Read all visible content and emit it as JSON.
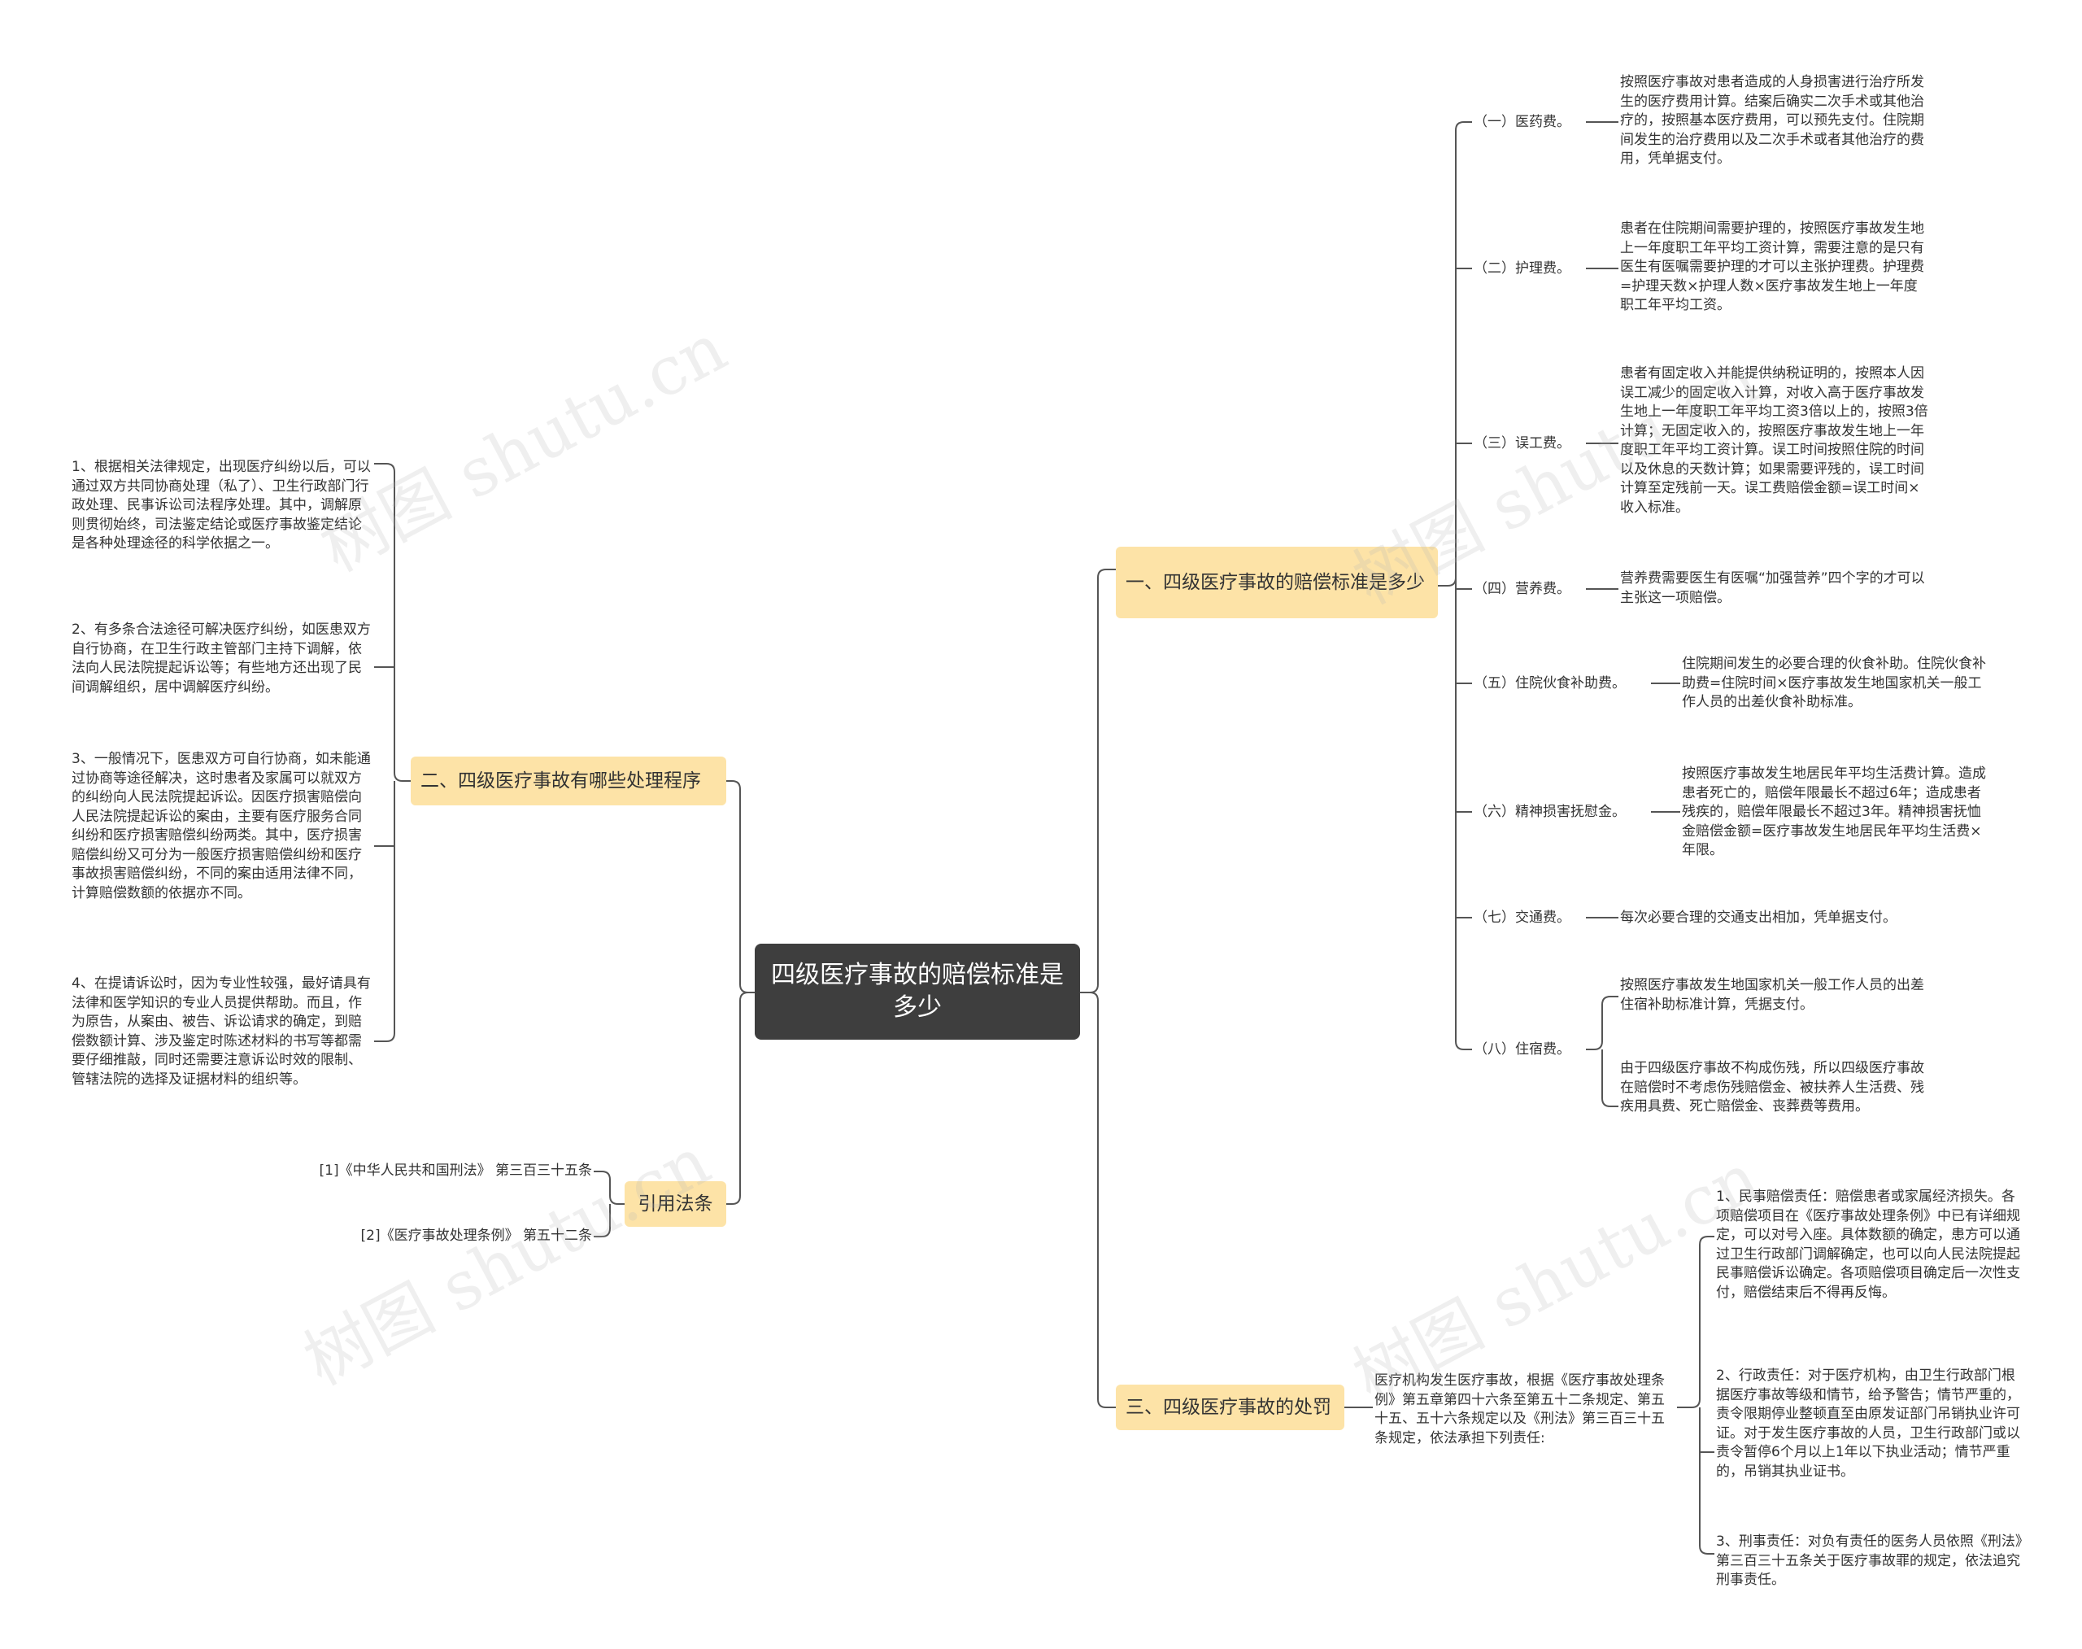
{
  "root": {
    "title": "四级医疗事故的赔偿标准是多少"
  },
  "branch1": {
    "title": "一、四级医疗事故的赔偿标准是多少",
    "items": [
      {
        "label": "（一）医药费。",
        "text": "按照医疗事故对患者造成的人身损害进行治疗所发生的医疗费用计算。结案后确实二次手术或其他治疗的，按照基本医疗费用，可以预先支付。住院期间发生的治疗费用以及二次手术或者其他治疗的费用，凭单据支付。"
      },
      {
        "label": "（二）护理费。",
        "text": "患者在住院期间需要护理的，按照医疗事故发生地上一年度职工年平均工资计算，需要注意的是只有医生有医嘱需要护理的才可以主张护理费。护理费=护理天数×护理人数×医疗事故发生地上一年度职工年平均工资。"
      },
      {
        "label": "（三）误工费。",
        "text": "患者有固定收入并能提供纳税证明的，按照本人因误工减少的固定收入计算，对收入高于医疗事故发生地上一年度职工年平均工资3倍以上的，按照3倍计算；无固定收入的，按照医疗事故发生地上一年度职工年平均工资计算。误工时间按照住院的时间以及休息的天数计算；如果需要评残的，误工时间计算至定残前一天。误工费赔偿金额=误工时间×收入标准。"
      },
      {
        "label": "（四）营养费。",
        "text": "营养费需要医生有医嘱“加强营养”四个字的才可以主张这一项赔偿。"
      },
      {
        "label": "（五）住院伙食补助费。",
        "text": "住院期间发生的必要合理的伙食补助。住院伙食补助费=住院时间×医疗事故发生地国家机关一般工作人员的出差伙食补助标准。"
      },
      {
        "label": "（六）精神损害抚慰金。",
        "text": "按照医疗事故发生地居民年平均生活费计算。造成患者死亡的，赔偿年限最长不超过6年；造成患者残疾的，赔偿年限最长不超过3年。精神损害抚恤金赔偿金额=医疗事故发生地居民年平均生活费×年限。"
      },
      {
        "label": "（七）交通费。",
        "text": "每次必要合理的交通支出相加，凭单据支付。"
      },
      {
        "label": "（八）住宿费。",
        "texts": [
          "按照医疗事故发生地国家机关一般工作人员的出差住宿补助标准计算，凭据支付。",
          "由于四级医疗事故不构成伤残，所以四级医疗事故在赔偿时不考虑伤残赔偿金、被扶养人生活费、残疾用具费、死亡赔偿金、丧葬费等费用。"
        ]
      }
    ]
  },
  "branch2": {
    "title": "二、四级医疗事故有哪些处理程序",
    "items": [
      "1、根据相关法律规定，出现医疗纠纷以后，可以通过双方共同协商处理（私了）、卫生行政部门行政处理、民事诉讼司法程序处理。其中，调解原则贯彻始终，司法鉴定结论或医疗事故鉴定结论是各种处理途径的科学依据之一。",
      "2、有多条合法途径可解决医疗纠纷，如医患双方自行协商，在卫生行政主管部门主持下调解，依法向人民法院提起诉讼等；有些地方还出现了民间调解组织，居中调解医疗纠纷。",
      "3、一般情况下，医患双方可自行协商，如未能通过协商等途径解决，这时患者及家属可以就双方的纠纷向人民法院提起诉讼。因医疗损害赔偿向人民法院提起诉讼的案由，主要有医疗服务合同纠纷和医疗损害赔偿纠纷两类。其中，医疗损害赔偿纠纷又可分为一般医疗损害赔偿纠纷和医疗事故损害赔偿纠纷，不同的案由适用法律不同，计算赔偿数额的依据亦不同。",
      "4、在提请诉讼时，因为专业性较强，最好请具有法律和医学知识的专业人员提供帮助。而且，作为原告，从案由、被告、诉讼请求的确定，到赔偿数额计算、涉及鉴定时陈述材料的书写等都需要仔细推敲，同时还需要注意诉讼时效的限制、管辖法院的选择及证据材料的组织等。"
    ]
  },
  "branch3": {
    "title": "三、四级医疗事故的处罚",
    "mid": "医疗机构发生医疗事故，根据《医疗事故处理条例》第五章第四十六条至第五十二条规定、第五十五、五十六条规定以及《刑法》第三百三十五条规定，依法承担下列责任:",
    "items": [
      "1、民事赔偿责任：赔偿患者或家属经济损失。各项赔偿项目在《医疗事故处理条例》中已有详细规定，可以对号入座。具体数额的确定，患方可以通过卫生行政部门调解确定，也可以向人民法院提起民事赔偿诉讼确定。各项赔偿项目确定后一次性支付，赔偿结束后不得再反悔。",
      "2、行政责任：对于医疗机构，由卫生行政部门根据医疗事故等级和情节，给予警告；情节严重的，责令限期停业整顿直至由原发证部门吊销执业许可证。对于发生医疗事故的人员，卫生行政部门或以责令暂停6个月以上1年以下执业活动；情节严重的，吊销其执业证书。",
      "3、刑事责任：对负有责任的医务人员依照《刑法》第三百三十五条关于医疗事故罪的规定，依法追究刑事责任。"
    ]
  },
  "branch4": {
    "title": "引用法条",
    "items": [
      "[1]《中华人民共和国刑法》 第三百三十五条",
      "[2]《医疗事故处理条例》 第五十二条"
    ]
  },
  "watermark": {
    "text": "树图 shutu.cn"
  },
  "colors": {
    "root_bg": "#3e3e3e",
    "branch_bg": "#fde3a7",
    "line": "#555555",
    "text": "#333333"
  }
}
